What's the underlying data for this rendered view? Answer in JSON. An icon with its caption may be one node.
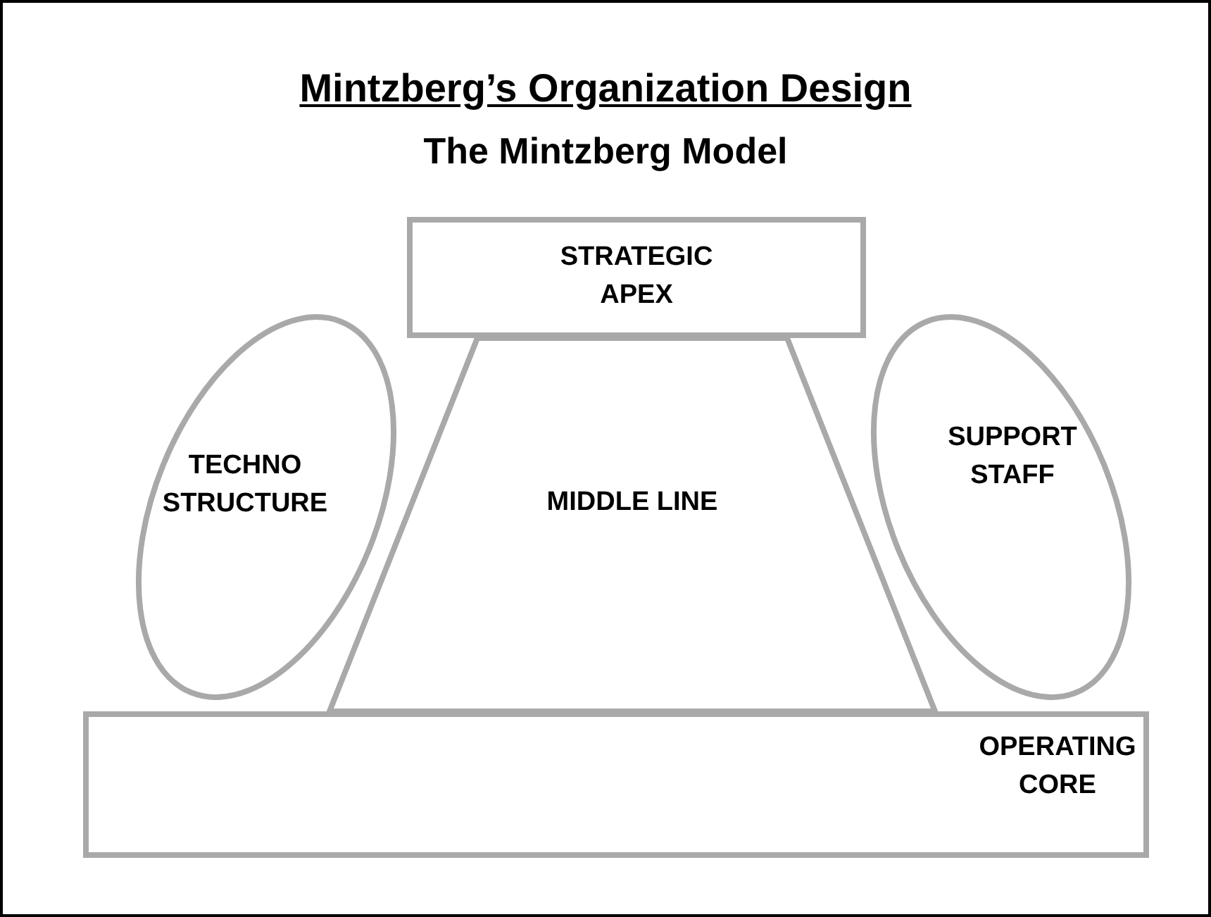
{
  "diagram": {
    "title": "Mintzberg’s Organization Design",
    "caption": "The Mintzberg Model",
    "nodes": [
      {
        "text": [
          "STRATEGIC APEX"
        ]
      },
      {
        "text": [
          "TECHNO STRUCTURE"
        ]
      },
      {
        "text": [
          "MIDDLE LINE"
        ]
      },
      {
        "text": [
          "SUPPORT STAFF"
        ]
      },
      {
        "text": [
          "OPERATING CORE"
        ]
      }
    ],
    "edges": []
  }
}
